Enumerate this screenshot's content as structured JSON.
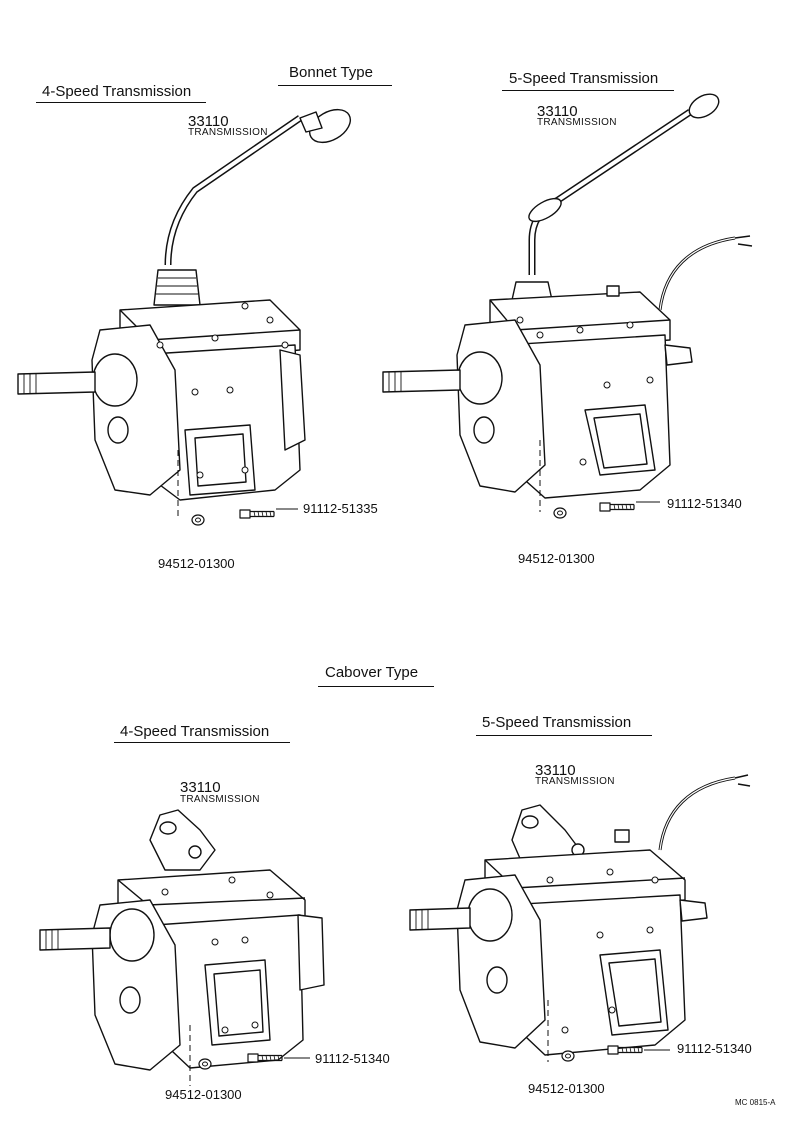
{
  "sections": {
    "bonnet_title": "Bonnet Type",
    "cabover_title": "Cabover Type"
  },
  "diagrams": [
    {
      "title": "4-Speed Transmission",
      "part_no": "33110",
      "part_name": "TRANSMISSION",
      "bolt": "91112-51335",
      "washer": "94512-01300"
    },
    {
      "title": "5-Speed Transmission",
      "part_no": "33110",
      "part_name": "TRANSMISSION",
      "bolt": "91112-51340",
      "washer": "94512-01300"
    },
    {
      "title": "4-Speed Transmission",
      "part_no": "33110",
      "part_name": "TRANSMISSION",
      "bolt": "91112-51340",
      "washer": "94512-01300"
    },
    {
      "title": "5-Speed Transmission",
      "part_no": "33110",
      "part_name": "TRANSMISSION",
      "bolt": "91112-51340",
      "washer": "94512-01300"
    }
  ],
  "footer_code": "MC 0815-A"
}
